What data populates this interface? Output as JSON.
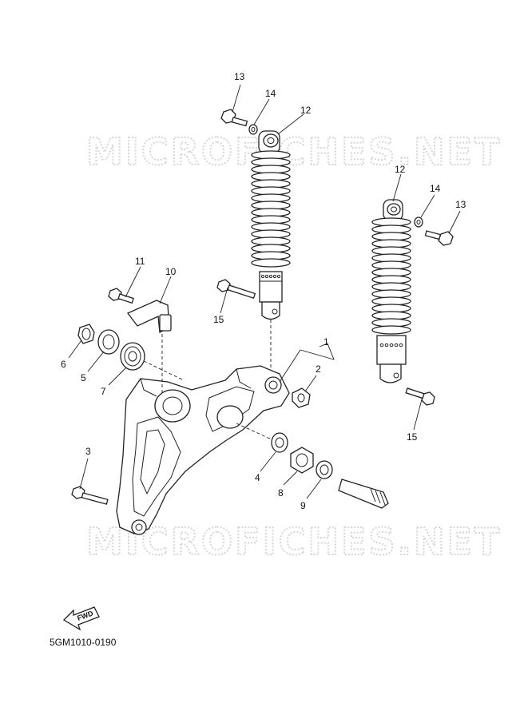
{
  "watermark": {
    "top": "MICROFICHES.NET",
    "bottom": "MICROFICHES.NET"
  },
  "callouts": {
    "c1": "1",
    "c2": "2",
    "c3": "3",
    "c4": "4",
    "c5": "5",
    "c6": "6",
    "c7": "7",
    "c8": "8",
    "c9": "9",
    "c10": "10",
    "c11": "11",
    "c12a": "12",
    "c12b": "12",
    "c13a": "13",
    "c13b": "13",
    "c14a": "14",
    "c14b": "14",
    "c15a": "15",
    "c15b": "15"
  },
  "fwd_label": "FWD",
  "reference_code": "5GM1010-0190",
  "colors": {
    "ink": "#222222",
    "watermark": "#d6d6d6",
    "background": "#ffffff"
  }
}
